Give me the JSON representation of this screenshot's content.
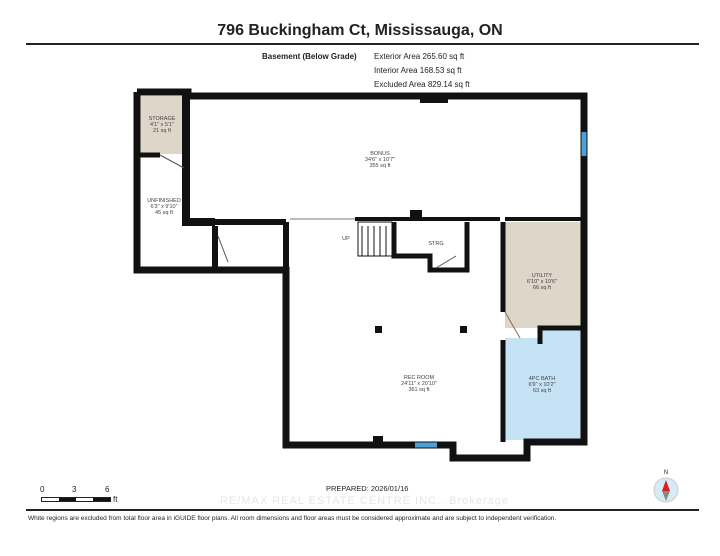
{
  "title": "796 Buckingham Ct, Mississauga, ON",
  "level": "Basement (Below Grade)",
  "areas": {
    "exterior": "Exterior Area 265.60 sq ft",
    "interior": "Interior Area 168.53 sq ft",
    "excluded": "Excluded Area 829.14 sq ft"
  },
  "rooms": [
    {
      "name": "STORAGE",
      "dims": "4'1\" x 5'1\"",
      "area": "21 sq ft",
      "color": "#ddd6c9"
    },
    {
      "name": "UNFINISHED",
      "dims": "6'3\" x 9'10\"",
      "area": "45 sq ft",
      "color": "#ffffff"
    },
    {
      "name": "BONUS",
      "dims": "34'6\" x 10'7\"",
      "area": "355 sq ft",
      "color": "#ffffff"
    },
    {
      "name": "UTILITY",
      "dims": "6'10\" x 10'6\"",
      "area": "66 sq ft",
      "color": "#ddd6c9"
    },
    {
      "name": "4PC BATH",
      "dims": "6'9\" x 10'2\"",
      "area": "63 sq ft",
      "color": "#c6e2f5"
    },
    {
      "name": "REC ROOM",
      "dims": "24'11\" x 20'10\"",
      "area": "361 sq ft",
      "color": "#ffffff"
    }
  ],
  "labels": {
    "up": "UP",
    "strg": "STRG"
  },
  "scale": {
    "ticks": [
      "0",
      "3",
      "6"
    ],
    "unit": "ft"
  },
  "prepared": "PREPARED: 2026/01/16",
  "compass": "N",
  "watermark": "RE/MAX REAL ESTATE CENTRE INC., Brokerage",
  "footer": "White regions are excluded from total floor area in iGUIDE floor plans. All room dimensions and floor areas must be considered approximate and are subject to independent verification."
}
